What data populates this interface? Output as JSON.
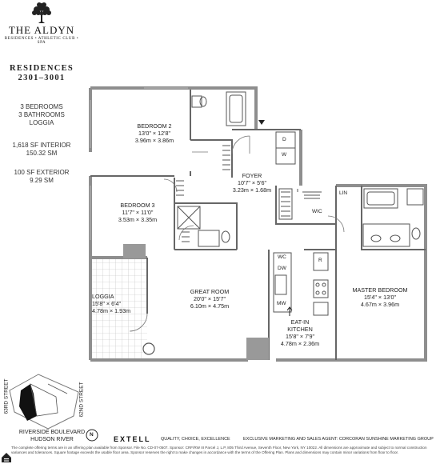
{
  "brand": {
    "name": "THE ALDYN",
    "tagline": "RESIDENCES • ATHLETIC CLUB • SPA"
  },
  "residence": {
    "title_line1": "RESIDENCES",
    "title_line2": "2301–3001",
    "bedrooms": "3 BEDROOMS",
    "bathrooms": "3 BATHROOMS",
    "loggia": "LOGGIA",
    "interior_sf": "1,618 SF INTERIOR",
    "interior_sm": "150.32 SM",
    "exterior_sf": "100 SF EXTERIOR",
    "exterior_sm": "9.29 SM"
  },
  "rooms": {
    "bedroom2": {
      "name": "BEDROOM 2",
      "imperial": "13'0\" × 12'8\"",
      "metric": "3.96m × 3.86m"
    },
    "foyer": {
      "name": "FOYER",
      "imperial": "10'7\" × 5'6\"",
      "metric": "3.23m × 1.68m"
    },
    "bedroom3": {
      "name": "BEDROOM 3",
      "imperial": "11'7\" × 11'0\"",
      "metric": "3.53m × 3.35m"
    },
    "loggia": {
      "name": "LOGGIA",
      "imperial": "15'8\" × 6'4\"",
      "metric": "4.78m × 1.93m"
    },
    "great_room": {
      "name": "GREAT ROOM",
      "imperial": "20'0\" × 15'7\"",
      "metric": "6.10m × 4.75m"
    },
    "kitchen": {
      "name_line1": "EAT-IN",
      "name_line2": "KITCHEN",
      "imperial": "15'8\" × 7'9\"",
      "metric": "4.78m × 2.36m"
    },
    "master": {
      "name": "MASTER BEDROOM",
      "imperial": "15'4\" × 13'0\"",
      "metric": "4.67m × 3.96m"
    }
  },
  "fixtures": {
    "wic": "WIC",
    "lin": "LIN",
    "d": "D",
    "w": "W",
    "wc": "WC",
    "dw": "DW",
    "mw": "MW",
    "r": "R"
  },
  "keyplan": {
    "street_left": "63RD STREET",
    "street_right": "62ND STREET",
    "boulevard": "RIVERSIDE BOULEVARD",
    "river": "HUDSON RIVER",
    "north": "N"
  },
  "footer": {
    "developer": "EXTELL",
    "slogan": "QUALITY, CHOICE, EXCELLENCE",
    "marketing": "EXCLUSIVE MARKETING AND SALES AGENT: CORCORAN SUNSHINE MARKETING GROUP",
    "disclaimer": "The complete offering terms are in an offering plan available from Sponsor. File No. CD-07-0507. Sponsor: CRF/RW III Parcel J, L.P, 805 Third Avenue, Seventh Floor, New York, NY 10022. All dimensions are approximate and subject to normal construction variances and tolerances. Square footage exceeds the usable floor area. Sponsor reserves the right to make changes in accordance with the terms of the Offering Plan. Plans and dimensions may contain minor variations from floor to floor."
  },
  "colors": {
    "wall": "#9a9a9a",
    "line": "#555555",
    "keyplan_fill": "#111111"
  }
}
